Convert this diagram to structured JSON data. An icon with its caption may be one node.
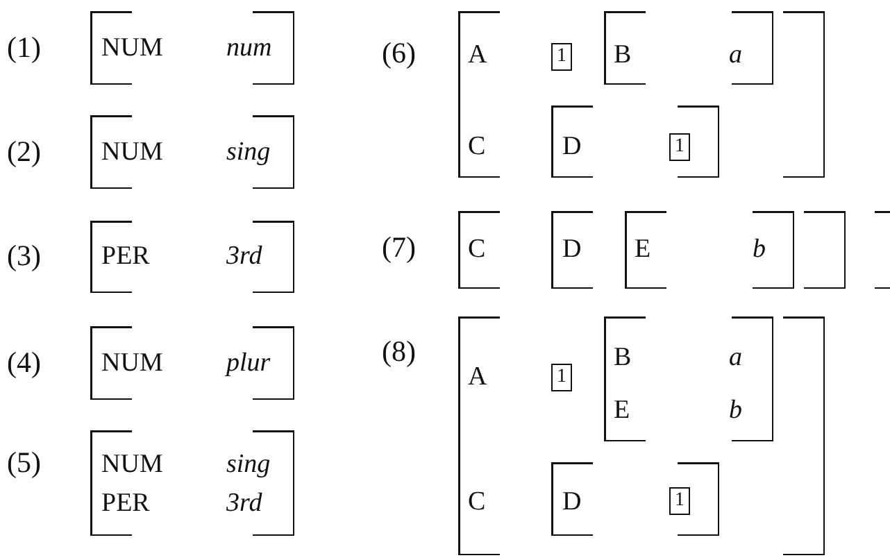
{
  "diagram": {
    "nodes": [
      {
        "text": [
          "NUM",
          "num"
        ],
        "beside": [
          "(1)"
        ]
      },
      {
        "text": [
          "NUM",
          "sing"
        ],
        "beside": [
          "(2)"
        ]
      },
      {
        "text": [
          "PER",
          "3rd"
        ],
        "beside": [
          "(3)"
        ]
      },
      {
        "text": [
          "NUM",
          "plur"
        ],
        "beside": [
          "(4)"
        ]
      },
      {
        "text": [
          "NUM",
          "sing",
          "PER",
          "3rd"
        ],
        "beside": [
          "(5)"
        ]
      },
      {
        "text": [
          "A",
          "C"
        ],
        "beside": [
          "(6)"
        ]
      },
      {
        "text": [
          "1"
        ],
        "in": 5
      },
      {
        "text": [
          "B",
          "a"
        ],
        "in": 5
      },
      {
        "text": [
          "D"
        ],
        "in": 5
      },
      {
        "text": [
          "1"
        ],
        "in": 8
      },
      {
        "text": [
          "C"
        ],
        "beside": [
          "(7)"
        ]
      },
      {
        "text": [
          "D"
        ],
        "in": 10
      },
      {
        "text": [
          "E",
          "b"
        ],
        "in": 11
      },
      {
        "text": [
          "A",
          "C"
        ],
        "beside": [
          "(8)"
        ]
      },
      {
        "text": [
          "1"
        ],
        "in": 13
      },
      {
        "text": [
          "B",
          "a",
          "E",
          "b"
        ],
        "in": 13
      },
      {
        "text": [
          "D"
        ],
        "in": 13
      },
      {
        "text": [
          "1"
        ],
        "in": 16
      }
    ]
  }
}
